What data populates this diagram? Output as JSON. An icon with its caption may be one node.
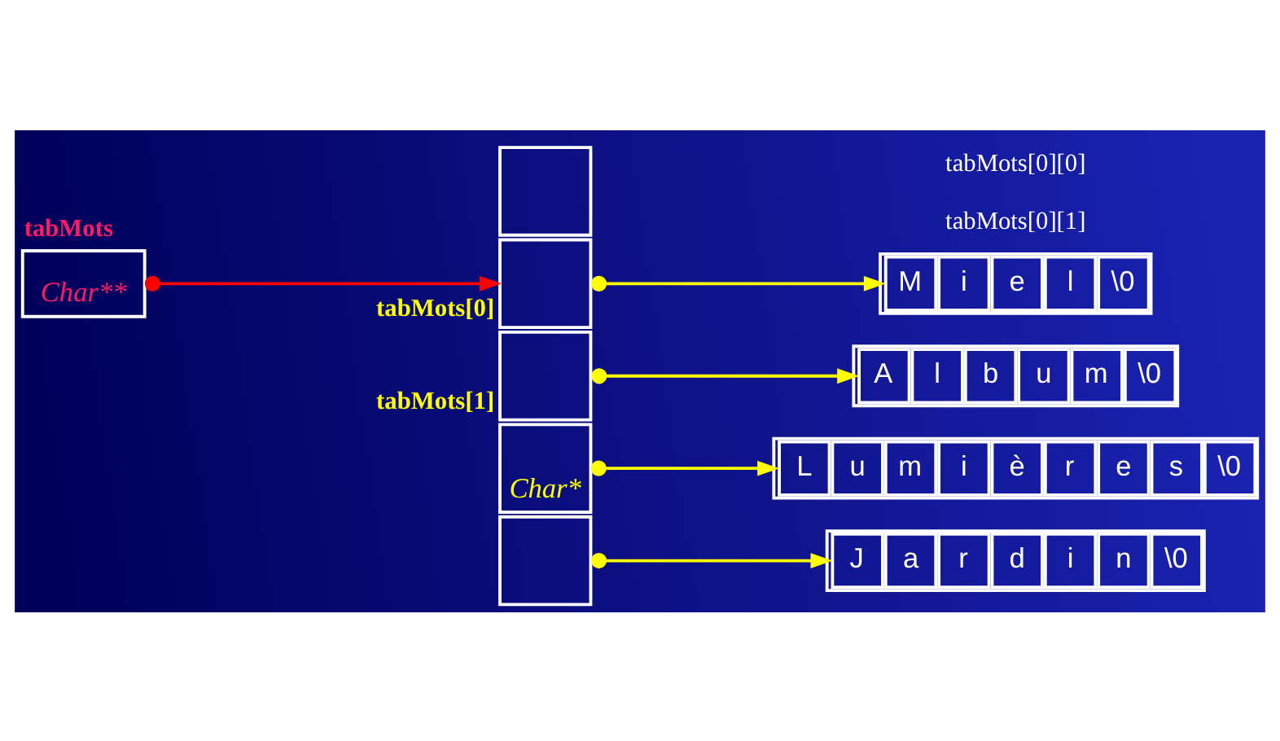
{
  "diagram": {
    "nodes": [
      {
        "text": [
          "Char**"
        ],
        "beside": [
          "tabMots"
        ]
      },
      {
        "text": [],
        "shape": "box",
        "beside": [
          "tabMots[0]"
        ]
      },
      {
        "text": [],
        "shape": "box",
        "beside": [
          "tabMots[1]"
        ]
      },
      {
        "text": [],
        "shape": "box"
      },
      {
        "text": [
          "Char*"
        ]
      },
      {
        "text": [],
        "shape": "box"
      },
      {
        "text": [
          "M",
          "i",
          "e",
          "l",
          "\\0"
        ]
      },
      {
        "text": [
          "A",
          "l",
          "b",
          "u",
          "m",
          "\\0"
        ]
      },
      {
        "text": [
          "L",
          "u",
          "m",
          "i",
          "è",
          "r",
          "e",
          "s",
          "\\0"
        ]
      },
      {
        "text": [
          "J",
          "a",
          "r",
          "d",
          "i",
          "n",
          "\\0"
        ]
      }
    ],
    "edges": [
      {
        "from": 0,
        "to": 1,
        "arrow": "to",
        "color": "#ff0000"
      },
      {
        "from": 1,
        "to": 6,
        "arrow": "to"
      },
      {
        "from": 2,
        "to": 7,
        "arrow": "to"
      },
      {
        "from": 4,
        "to": 8,
        "arrow": "to"
      },
      {
        "from": 5,
        "to": 9,
        "arrow": "to"
      }
    ],
    "labels": [
      "tabMots[0][0]",
      "tabMots[0][1]"
    ]
  }
}
